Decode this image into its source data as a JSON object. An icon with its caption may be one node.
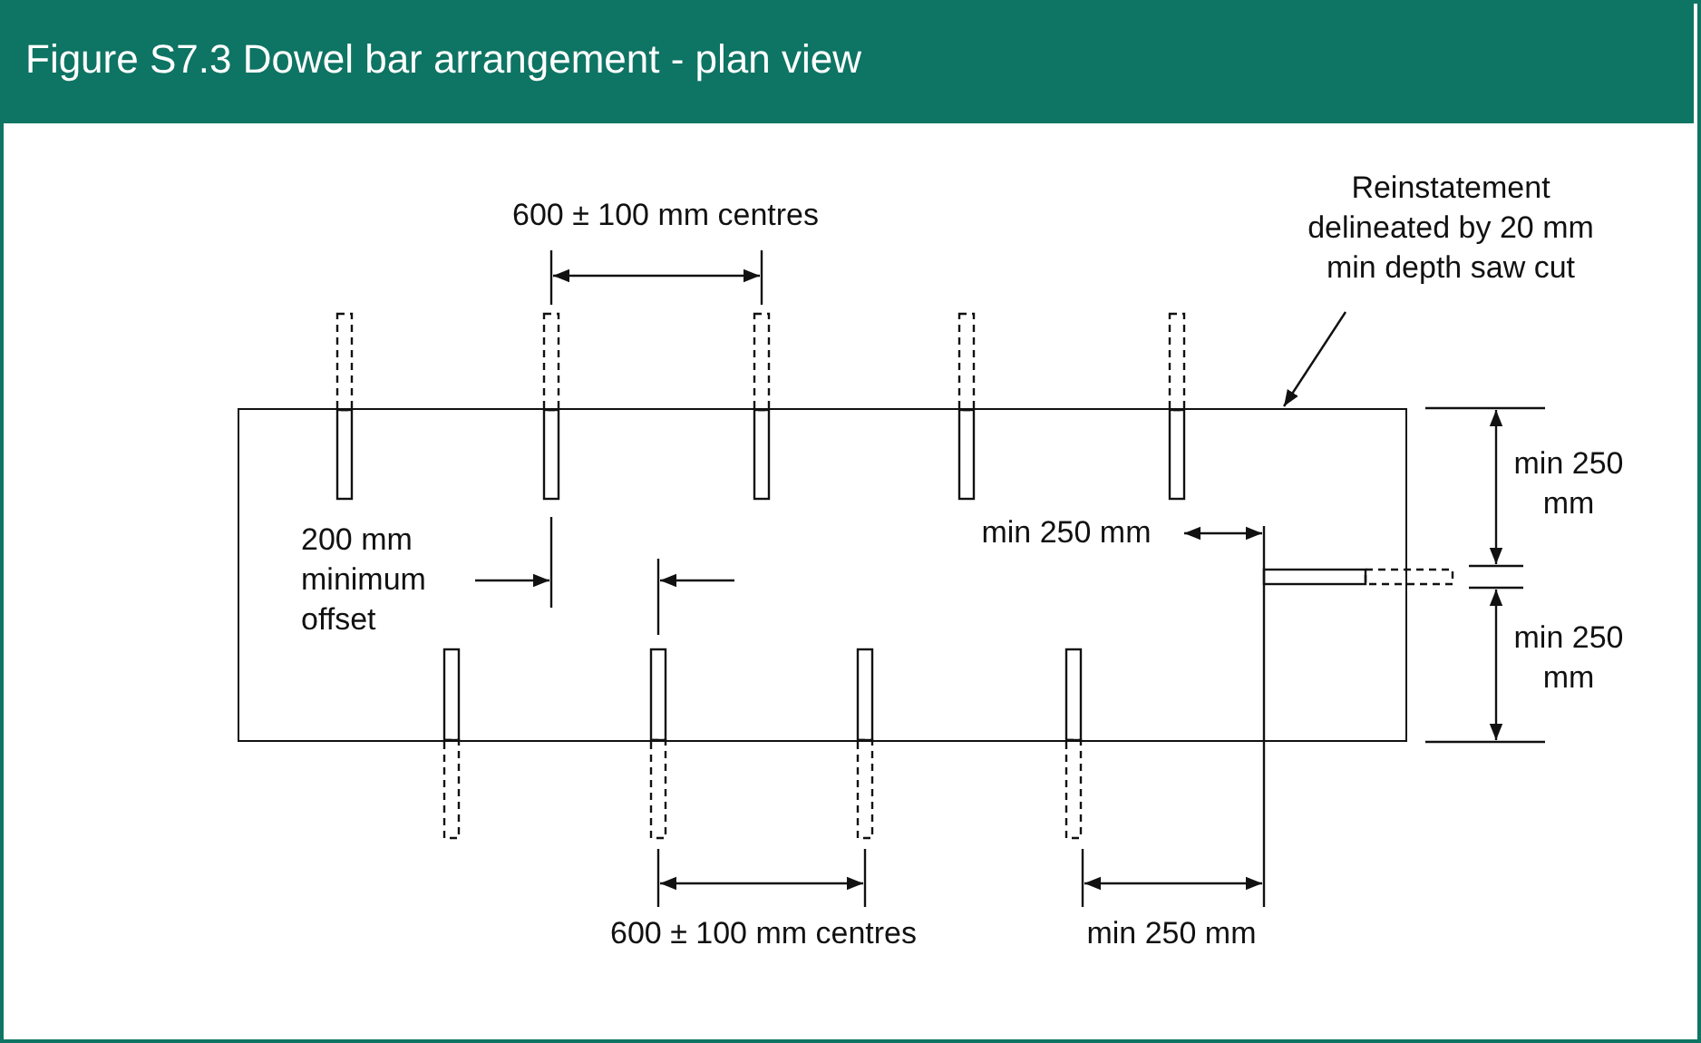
{
  "diagram": {
    "title": "Figure S7.3 Dowel bar arrangement - plan view",
    "nodes": [
      {
        "text": [
          "Reinstatement delineated by 20 mm min depth saw cut"
        ]
      },
      {
        "text": [],
        "shape": "box"
      }
    ],
    "edges": [
      {
        "from": 0,
        "to": 1,
        "arrow": "to"
      }
    ],
    "labels": [
      "600 ± 100 mm centres",
      "min 250 mm",
      "200 mm minimum offset",
      "min 250 mm",
      "min 250 mm",
      "600 ± 100 mm centres",
      "min 250 mm"
    ]
  }
}
